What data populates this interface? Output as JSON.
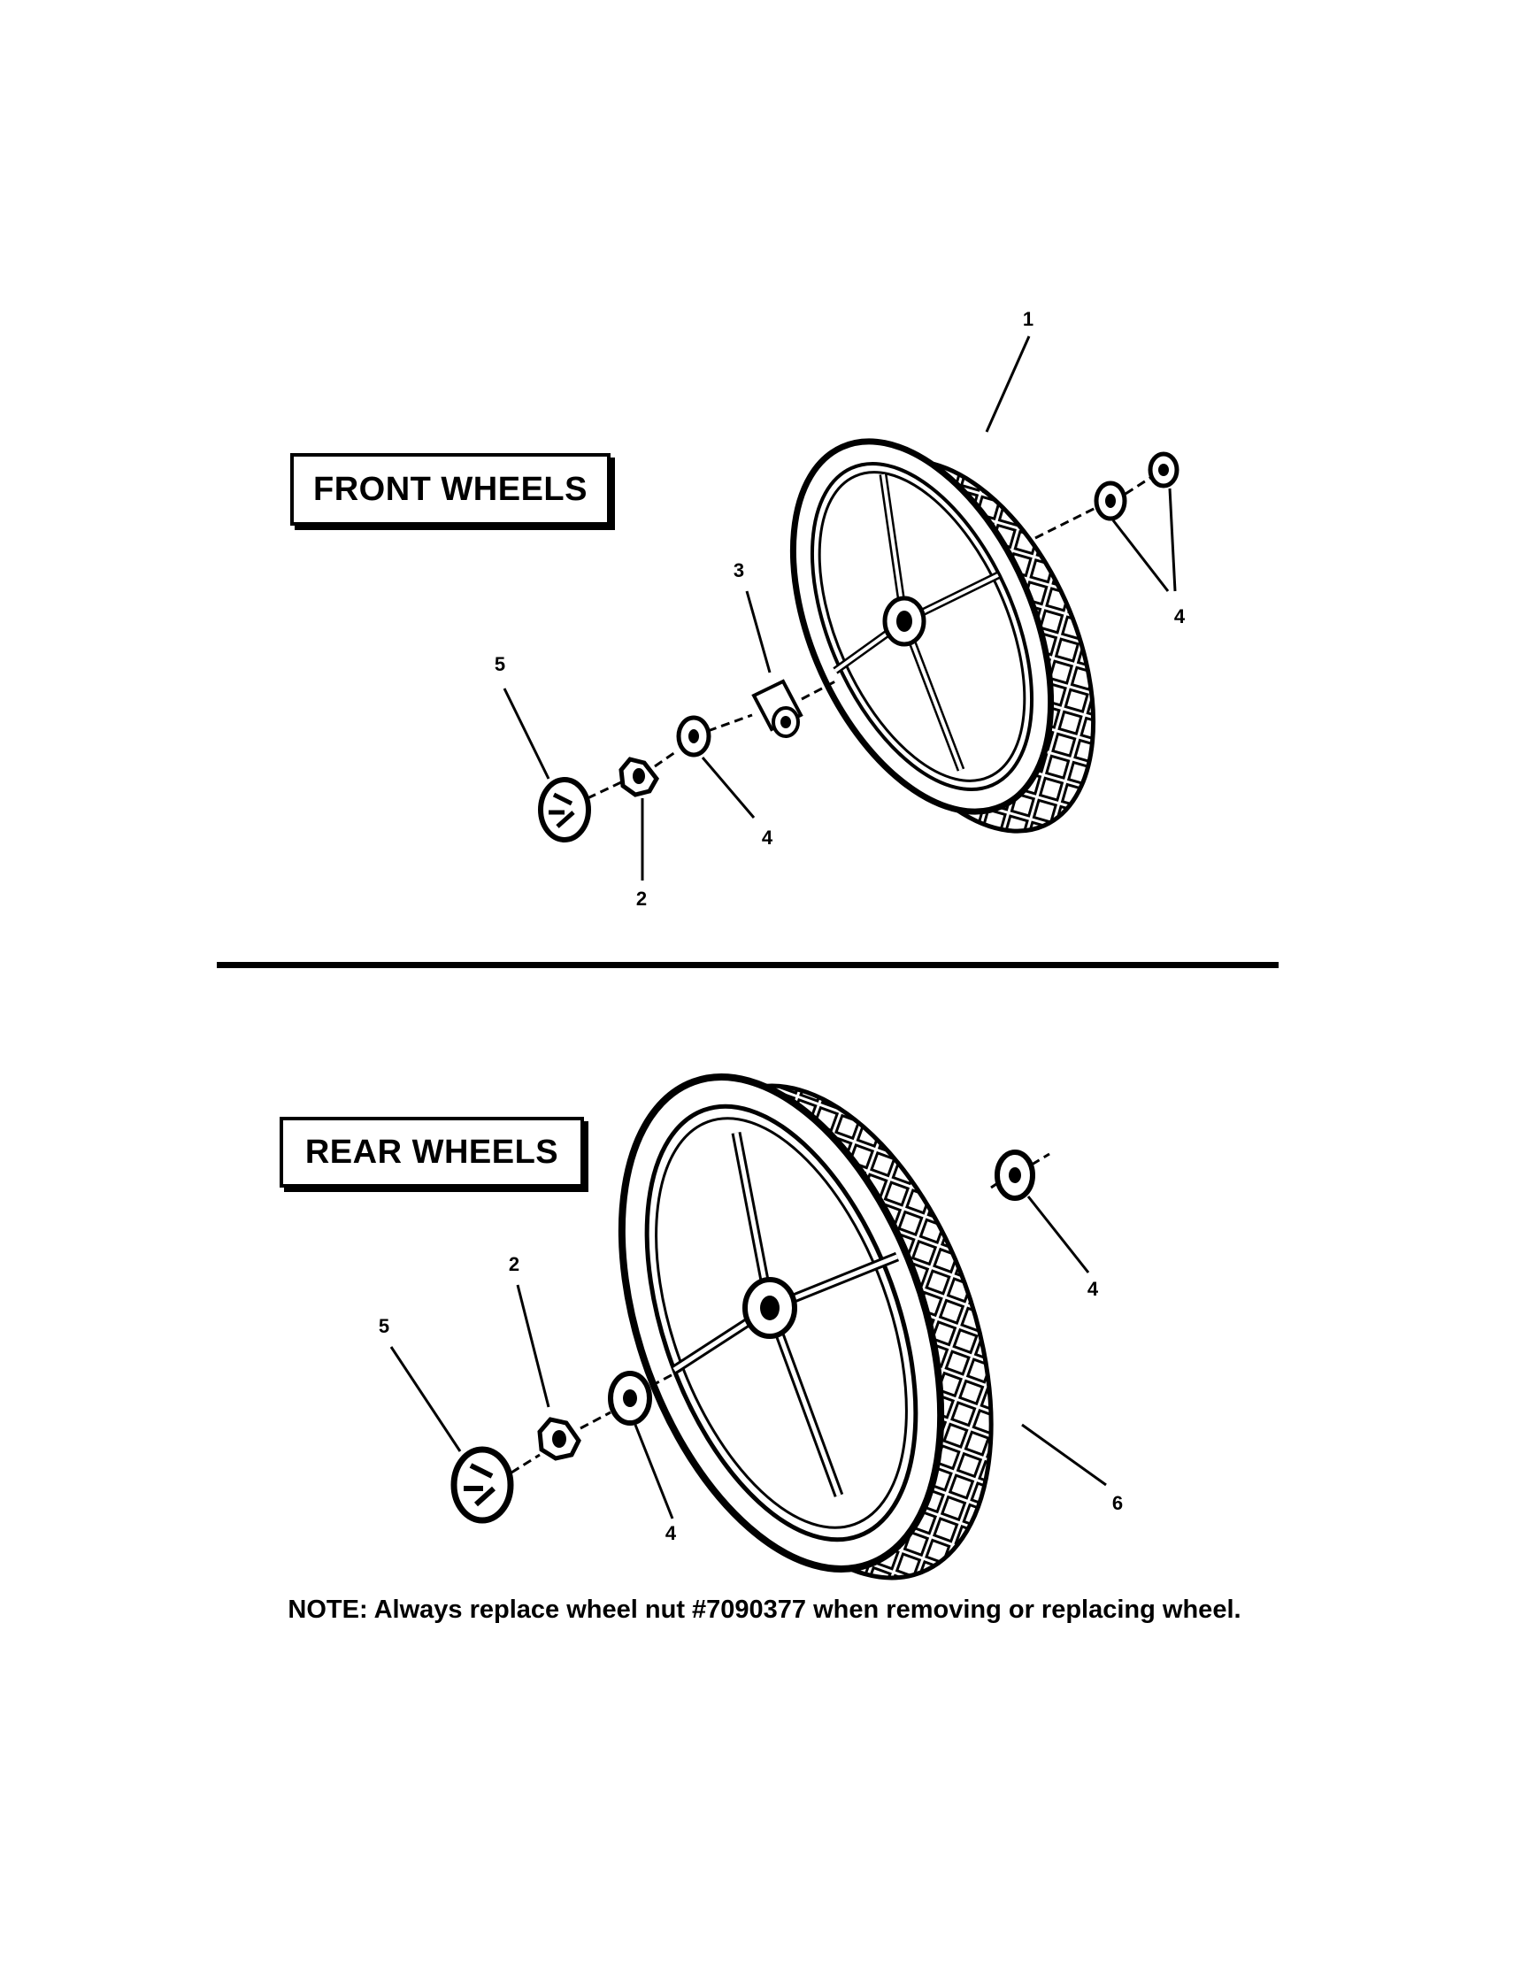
{
  "sections": {
    "front_label": "FRONT WHEELS",
    "rear_label": "REAR WHEELS"
  },
  "callouts": {
    "front": {
      "wheel": "1",
      "washers_right": "4",
      "spacer": "3",
      "washer_left": "4",
      "hub_cap": "5",
      "nut": "2"
    },
    "rear": {
      "nut": "2",
      "hub_cap": "5",
      "washer_left": "4",
      "washer_right": "4",
      "wheel": "6"
    }
  },
  "note": "NOTE: Always replace wheel nut #7090377 when removing or replacing wheel.",
  "colors": {
    "ink": "#000000",
    "paper": "#ffffff"
  }
}
